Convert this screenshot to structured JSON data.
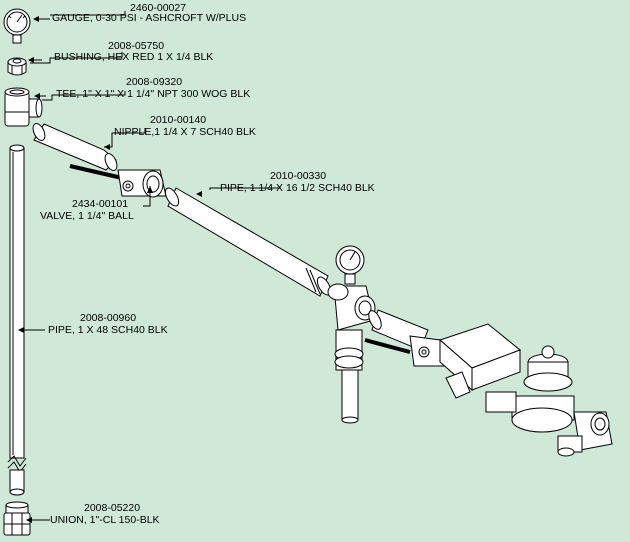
{
  "diagram": {
    "background": "#cfe8d8",
    "line_color": "#000000",
    "parts": [
      {
        "id": "gauge",
        "part_number": "2460-00027",
        "description": "GAUGE, 0-30 PSI - ASHCROFT W/PLUS"
      },
      {
        "id": "bushing",
        "part_number": "2008-05750",
        "description": "BUSHING, HEX RED 1 X 1/4 BLK"
      },
      {
        "id": "tee",
        "part_number": "2008-09320",
        "description": "TEE, 1\" X 1\" X 1 1/4\" NPT 300 WOG BLK"
      },
      {
        "id": "nipple",
        "part_number": "2010-00140",
        "description": "NIPPLE,1 1/4 X 7 SCH40 BLK"
      },
      {
        "id": "long-pipe",
        "part_number": "2010-00330",
        "description": "PIPE, 1 1/4 X 16 1/2 SCH40 BLK"
      },
      {
        "id": "valve",
        "part_number": "2434-00101",
        "description": "VALVE, 1 1/4\" BALL"
      },
      {
        "id": "vertical-pipe",
        "part_number": "2008-00960",
        "description": "PIPE, 1 X 48 SCH40 BLK"
      },
      {
        "id": "union",
        "part_number": "2008-05220",
        "description": "UNION, 1\"-CL 150-BLK"
      }
    ]
  }
}
